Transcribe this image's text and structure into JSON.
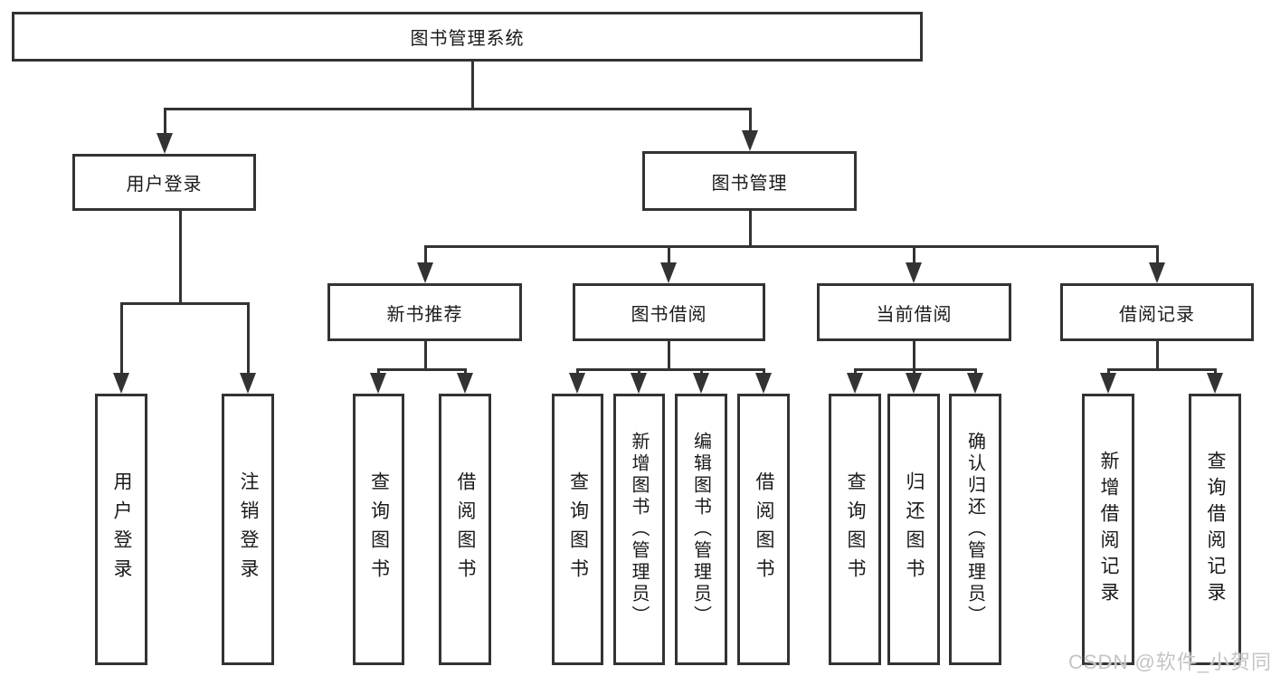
{
  "diagram": {
    "root": {
      "label": "图书管理系统"
    },
    "branches": [
      {
        "label": "用户登录",
        "children": [
          {
            "label": "用户登录"
          },
          {
            "label": "注销登录"
          }
        ]
      },
      {
        "label": "图书管理",
        "children": [
          {
            "label": "新书推荐",
            "children": [
              {
                "label": "查询图书"
              },
              {
                "label": "借阅图书"
              }
            ]
          },
          {
            "label": "图书借阅",
            "children": [
              {
                "label": "查询图书"
              },
              {
                "label": "新增图书（管理员）"
              },
              {
                "label": "编辑图书（管理员）"
              },
              {
                "label": "借阅图书"
              }
            ]
          },
          {
            "label": "当前借阅",
            "children": [
              {
                "label": "查询图书"
              },
              {
                "label": "归还图书"
              },
              {
                "label": "确认归还（管理员）"
              }
            ]
          },
          {
            "label": "借阅记录",
            "children": [
              {
                "label": "新增借阅记录"
              },
              {
                "label": "查询借阅记录"
              }
            ]
          }
        ]
      }
    ]
  },
  "watermark": {
    "text": "CSDN @软件_小贺同学"
  },
  "colors": {
    "line": "#333333",
    "text": "#1a1a1a",
    "watermark": "#c4c4c4",
    "background": "#ffffff"
  }
}
